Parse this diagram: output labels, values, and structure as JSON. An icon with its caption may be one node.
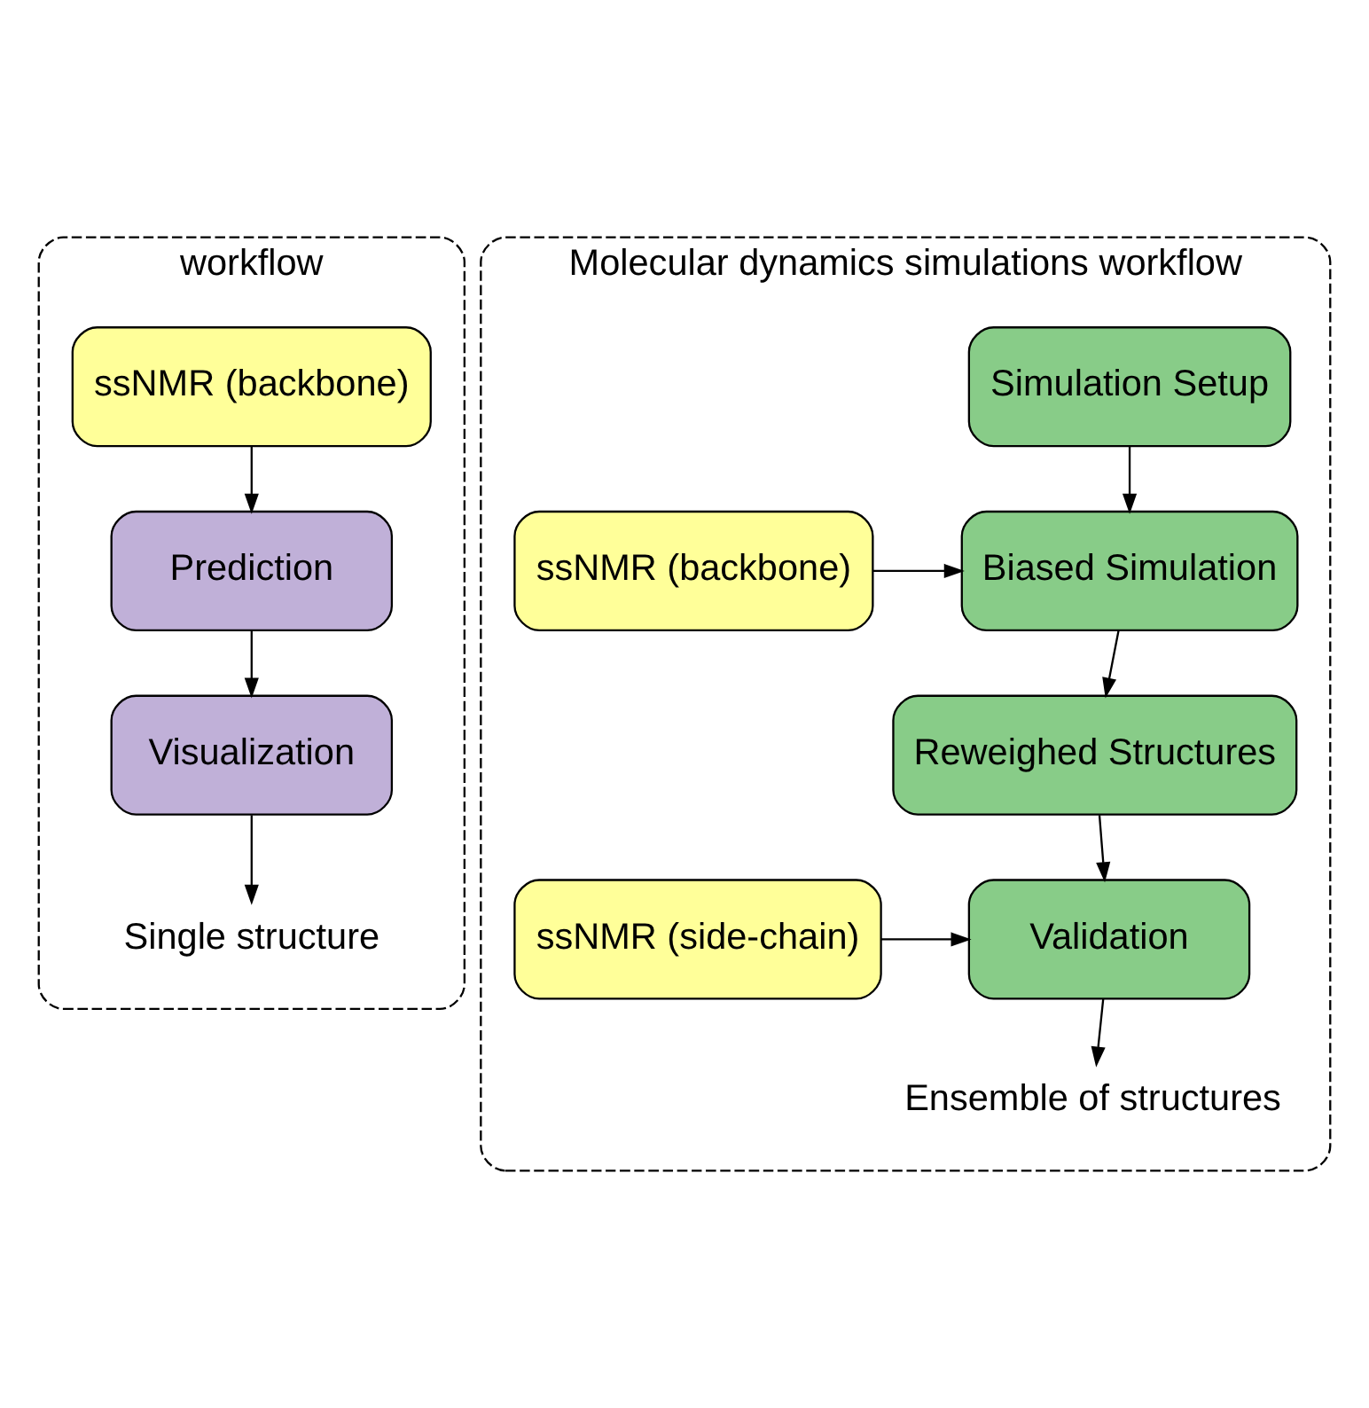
{
  "diagram": {
    "nodes": [
      {
        "text": [
          "workflow"
        ]
      },
      {
        "text": [
          "ssNMR (backbone)"
        ],
        "in": 0
      },
      {
        "text": [
          "Prediction"
        ],
        "in": 0
      },
      {
        "text": [
          "Visualization"
        ],
        "in": 0
      },
      {
        "text": [
          "Single structure"
        ],
        "in": 0
      },
      {
        "text": [
          "Molecular dynamics simulations workflow"
        ]
      },
      {
        "text": [
          "Simulation Setup"
        ],
        "in": 5
      },
      {
        "text": [
          "ssNMR (backbone)"
        ],
        "in": 5
      },
      {
        "text": [
          "Biased Simulation"
        ],
        "in": 5
      },
      {
        "text": [
          "Reweighed Structures"
        ],
        "in": 5
      },
      {
        "text": [
          "ssNMR (side-chain)"
        ],
        "in": 5
      },
      {
        "text": [
          "Validation"
        ],
        "in": 5
      },
      {
        "text": [
          "Ensemble of structures"
        ],
        "in": 5
      }
    ],
    "edges": [
      {
        "from": 1,
        "to": 2,
        "arrow": "to"
      },
      {
        "from": 2,
        "to": 3,
        "arrow": "to"
      },
      {
        "from": 3,
        "to": 4,
        "arrow": "to"
      },
      {
        "from": 6,
        "to": 8,
        "arrow": "to"
      },
      {
        "from": 7,
        "to": 8,
        "arrow": "to"
      },
      {
        "from": 8,
        "to": 9,
        "arrow": "to"
      },
      {
        "from": 9,
        "to": 11,
        "arrow": "to"
      },
      {
        "from": 10,
        "to": 11,
        "arrow": "to"
      },
      {
        "from": 11,
        "to": 12,
        "arrow": "to"
      }
    ]
  }
}
